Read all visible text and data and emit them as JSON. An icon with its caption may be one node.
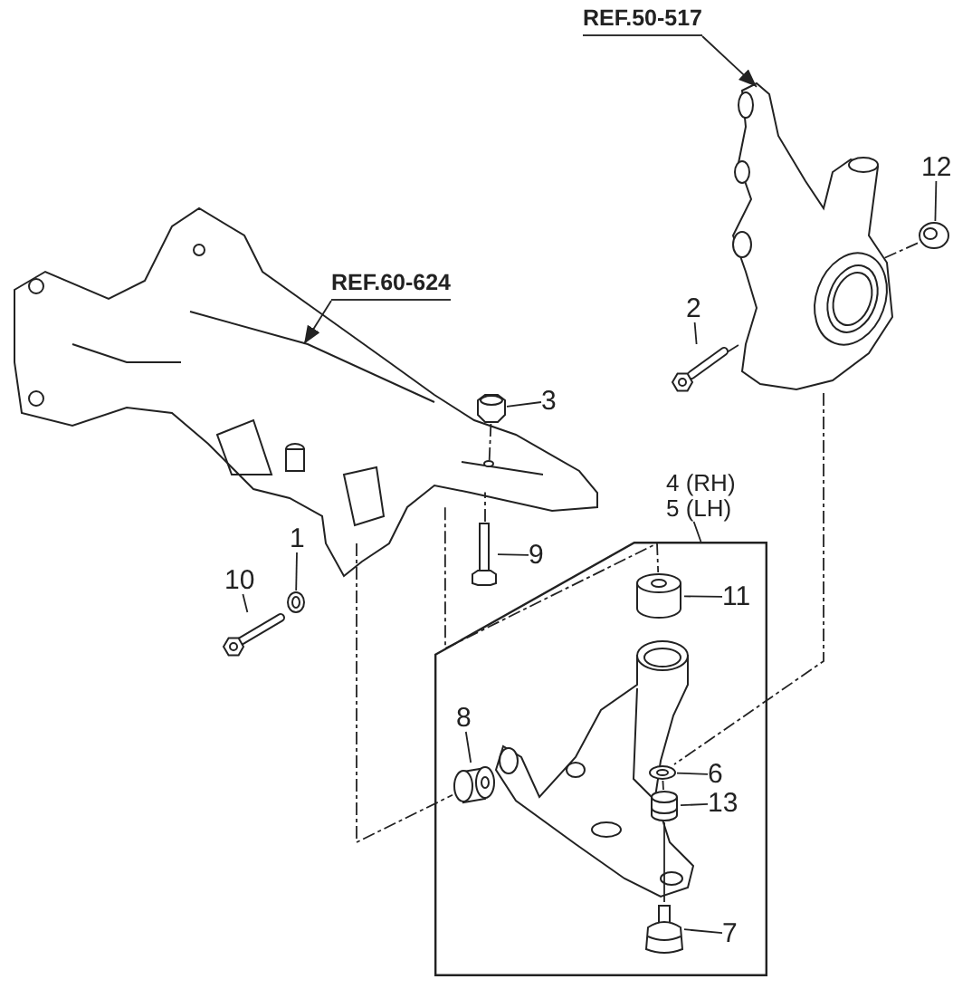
{
  "diagram": {
    "nodes": [
      {
        "text": [
          "REF.60-624"
        ]
      },
      {
        "text": [],
        "shape": "picture"
      },
      {
        "text": [
          "REF.50-517"
        ]
      },
      {
        "text": [],
        "shape": "picture"
      },
      {
        "text": [
          "12"
        ]
      },
      {
        "text": [],
        "shape": "picture"
      },
      {
        "text": [
          "2"
        ]
      },
      {
        "text": [],
        "shape": "picture"
      },
      {
        "text": [
          "3"
        ]
      },
      {
        "text": [],
        "shape": "picture"
      },
      {
        "text": [
          "1"
        ]
      },
      {
        "text": [],
        "shape": "picture"
      },
      {
        "text": [
          "10"
        ]
      },
      {
        "text": [],
        "shape": "picture"
      },
      {
        "text": [
          "9"
        ]
      },
      {
        "text": [],
        "shape": "picture"
      },
      {
        "text": [
          "4 (RH)",
          "5 (LH)"
        ]
      },
      {
        "text": [],
        "shape": "box"
      },
      {
        "text": [
          "11"
        ],
        "in": 17
      },
      {
        "text": [],
        "shape": "cylinder",
        "in": 17
      },
      {
        "text": [
          "8"
        ],
        "in": 17
      },
      {
        "text": [],
        "shape": "cylinder",
        "in": 17
      },
      {
        "text": [
          "6"
        ],
        "in": 17
      },
      {
        "text": [],
        "shape": "picture",
        "in": 17
      },
      {
        "text": [
          "13"
        ],
        "in": 17
      },
      {
        "text": [],
        "shape": "picture",
        "in": 17
      },
      {
        "text": [
          "7"
        ],
        "in": 17
      },
      {
        "text": [],
        "shape": "picture",
        "in": 17
      },
      {
        "text": [],
        "shape": "picture",
        "in": 17
      }
    ],
    "edges": [
      {
        "from": 0,
        "to": 1,
        "arrow": "to"
      },
      {
        "from": 2,
        "to": 3,
        "arrow": "to"
      },
      {
        "from": 4,
        "to": 5,
        "arrow": "none"
      },
      {
        "from": 6,
        "to": 7,
        "arrow": "none"
      },
      {
        "from": 8,
        "to": 9,
        "arrow": "none"
      },
      {
        "from": 10,
        "to": 11,
        "arrow": "none"
      },
      {
        "from": 12,
        "to": 13,
        "arrow": "none"
      },
      {
        "from": 14,
        "to": 15,
        "arrow": "none"
      },
      {
        "from": 16,
        "to": 17,
        "arrow": "none"
      },
      {
        "from": 18,
        "to": 19,
        "arrow": "none"
      },
      {
        "from": 20,
        "to": 21,
        "arrow": "none"
      },
      {
        "from": 22,
        "to": 23,
        "arrow": "none"
      },
      {
        "from": 24,
        "to": 25,
        "arrow": "none"
      },
      {
        "from": 26,
        "to": 27,
        "arrow": "none"
      },
      {
        "from": 7,
        "to": 3,
        "arrow": "none",
        "style": "dashed"
      },
      {
        "from": 5,
        "to": 3,
        "arrow": "none",
        "style": "dashed"
      },
      {
        "from": 9,
        "to": 1,
        "arrow": "none",
        "style": "dashed"
      },
      {
        "from": 15,
        "to": 1,
        "arrow": "none",
        "style": "dashed"
      },
      {
        "from": 3,
        "to": 23,
        "arrow": "none",
        "style": "dashed"
      },
      {
        "from": 1,
        "to": 21,
        "arrow": "none",
        "style": "dashed"
      },
      {
        "from": 1,
        "to": 19,
        "arrow": "none",
        "style": "dashed"
      },
      {
        "from": 23,
        "to": 25,
        "arrow": "none"
      },
      {
        "from": 25,
        "to": 27,
        "arrow": "none"
      }
    ]
  }
}
